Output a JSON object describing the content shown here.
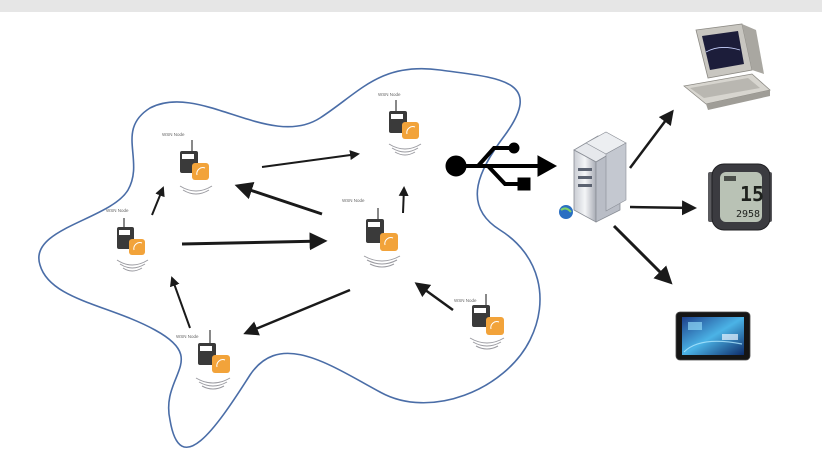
{
  "nodes": [
    {
      "label": "WSN Node"
    },
    {
      "label": "WSN Node"
    },
    {
      "label": "WSN Node"
    },
    {
      "label": "WSN Node"
    },
    {
      "label": "WSN Node"
    },
    {
      "label": "WSN Node"
    }
  ],
  "colors": {
    "cloud_outline": "#4a6da7",
    "arrow": "#1a1a1a",
    "node_orange": "#f2a33a",
    "node_body": "#3a3a3a",
    "waves": "#9a9aa0"
  },
  "icons": {
    "usb": "usb-icon",
    "server": "server-icon",
    "computer": "retro-computer-icon",
    "watch": "digital-watch-icon",
    "tablet": "tablet-icon"
  },
  "watch_display": {
    "top": "15",
    "bottom": "2958"
  }
}
